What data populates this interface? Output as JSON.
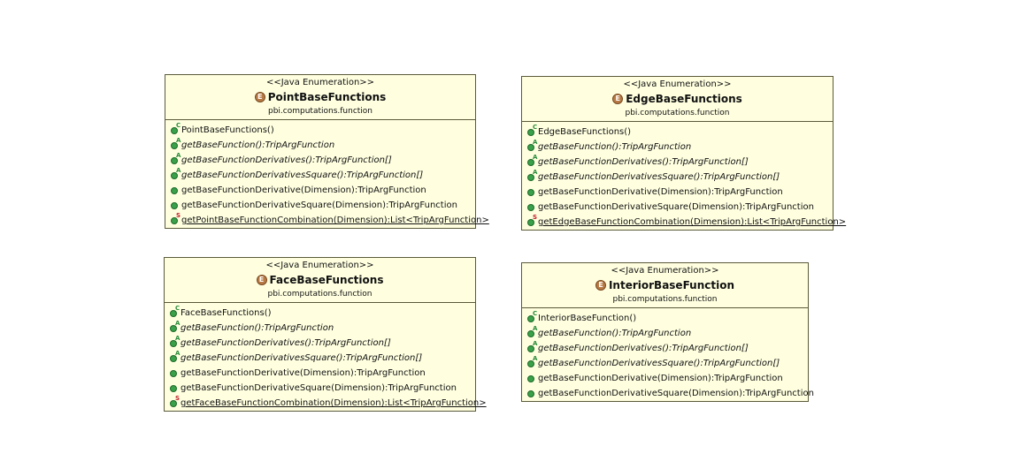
{
  "diagram": {
    "classes": [
      {
        "id": "point",
        "stereotype": "<<Java Enumeration>>",
        "name": "PointBaseFunctions",
        "package": "pbi.computations.function",
        "icon": "E",
        "operations": [
          {
            "text": "PointBaseFunctions()",
            "modifier": "C",
            "style": "normal"
          },
          {
            "text": "getBaseFunction():TripArgFunction",
            "modifier": "A",
            "style": "abstract"
          },
          {
            "text": "getBaseFunctionDerivatives():TripArgFunction[]",
            "modifier": "A",
            "style": "abstract"
          },
          {
            "text": "getBaseFunctionDerivativesSquare():TripArgFunction[]",
            "modifier": "A",
            "style": "abstract"
          },
          {
            "text": "getBaseFunctionDerivative(Dimension):TripArgFunction",
            "modifier": "",
            "style": "normal"
          },
          {
            "text": "getBaseFunctionDerivativeSquare(Dimension):TripArgFunction",
            "modifier": "",
            "style": "normal"
          },
          {
            "text": "getPointBaseFunctionCombination(Dimension):List<TripArgFunction>",
            "modifier": "S",
            "style": "static"
          }
        ]
      },
      {
        "id": "edge",
        "stereotype": "<<Java Enumeration>>",
        "name": "EdgeBaseFunctions",
        "package": "pbi.computations.function",
        "icon": "E",
        "operations": [
          {
            "text": "EdgeBaseFunctions()",
            "modifier": "C",
            "style": "normal"
          },
          {
            "text": "getBaseFunction():TripArgFunction",
            "modifier": "A",
            "style": "abstract"
          },
          {
            "text": "getBaseFunctionDerivatives():TripArgFunction[]",
            "modifier": "A",
            "style": "abstract"
          },
          {
            "text": "getBaseFunctionDerivativesSquare():TripArgFunction[]",
            "modifier": "A",
            "style": "abstract"
          },
          {
            "text": "getBaseFunctionDerivative(Dimension):TripArgFunction",
            "modifier": "",
            "style": "normal"
          },
          {
            "text": "getBaseFunctionDerivativeSquare(Dimension):TripArgFunction",
            "modifier": "",
            "style": "normal"
          },
          {
            "text": "getEdgeBaseFunctionCombination(Dimension):List<TripArgFunction>",
            "modifier": "S",
            "style": "static"
          }
        ]
      },
      {
        "id": "face",
        "stereotype": "<<Java Enumeration>>",
        "name": "FaceBaseFunctions",
        "package": "pbi.computations.function",
        "icon": "E",
        "operations": [
          {
            "text": "FaceBaseFunctions()",
            "modifier": "C",
            "style": "normal"
          },
          {
            "text": "getBaseFunction():TripArgFunction",
            "modifier": "A",
            "style": "abstract"
          },
          {
            "text": "getBaseFunctionDerivatives():TripArgFunction[]",
            "modifier": "A",
            "style": "abstract"
          },
          {
            "text": "getBaseFunctionDerivativesSquare():TripArgFunction[]",
            "modifier": "A",
            "style": "abstract"
          },
          {
            "text": "getBaseFunctionDerivative(Dimension):TripArgFunction",
            "modifier": "",
            "style": "normal"
          },
          {
            "text": "getBaseFunctionDerivativeSquare(Dimension):TripArgFunction",
            "modifier": "",
            "style": "normal"
          },
          {
            "text": "getFaceBaseFunctionCombination(Dimension):List<TripArgFunction>",
            "modifier": "S",
            "style": "static"
          }
        ]
      },
      {
        "id": "interior",
        "stereotype": "<<Java Enumeration>>",
        "name": "InteriorBaseFunction",
        "package": "pbi.computations.function",
        "icon": "E",
        "operations": [
          {
            "text": "InteriorBaseFunction()",
            "modifier": "C",
            "style": "normal"
          },
          {
            "text": "getBaseFunction():TripArgFunction",
            "modifier": "A",
            "style": "abstract"
          },
          {
            "text": "getBaseFunctionDerivatives():TripArgFunction[]",
            "modifier": "A",
            "style": "abstract"
          },
          {
            "text": "getBaseFunctionDerivativesSquare():TripArgFunction[]",
            "modifier": "A",
            "style": "abstract"
          },
          {
            "text": "getBaseFunctionDerivative(Dimension):TripArgFunction",
            "modifier": "",
            "style": "normal"
          },
          {
            "text": "getBaseFunctionDerivativeSquare(Dimension):TripArgFunction",
            "modifier": "",
            "style": "normal"
          }
        ]
      }
    ]
  }
}
